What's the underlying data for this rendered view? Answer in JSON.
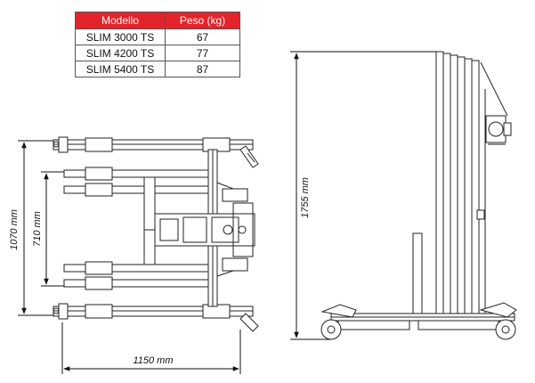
{
  "table": {
    "headers": [
      "Modello",
      "Peso (kg)"
    ],
    "rows": [
      [
        "SLIM 3000 TS",
        "67"
      ],
      [
        "SLIM 4200 TS",
        "77"
      ],
      [
        "SLIM 5400 TS",
        "87"
      ]
    ],
    "header_color": "#e3242b"
  },
  "dimensions": {
    "outer_width": "1070 mm",
    "inner_width": "710 mm",
    "length": "1150 mm",
    "height": "1755 mm"
  },
  "colors": {
    "line": "#222222",
    "header": "#e3242b"
  }
}
